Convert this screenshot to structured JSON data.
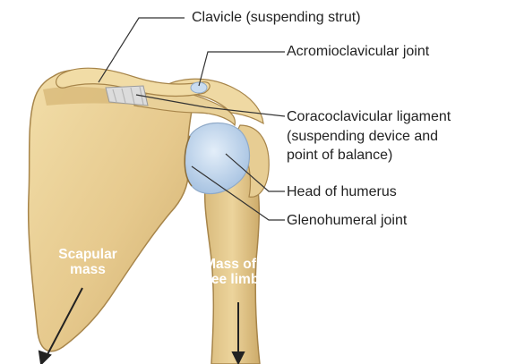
{
  "labels": {
    "clavicle": "Clavicle (suspending strut)",
    "acromioclavicular": "Acromioclavicular joint",
    "coracoclavicular_line1": "Coracoclavicular ligament",
    "coracoclavicular_line2": "(suspending device and",
    "coracoclavicular_line3": "point of balance)",
    "head_of_humerus": "Head of humerus",
    "glenohumeral": "Glenohumeral joint",
    "scapular_mass_line1": "Scapular",
    "scapular_mass_line2": "mass",
    "free_limb_line1": "Mass of",
    "free_limb_line2": "free limb"
  },
  "colors": {
    "bone": "#e8cf97",
    "bone_shadow": "#c9a766",
    "bone_outline": "#a7854a",
    "cartilage": "#c9dcf0",
    "ligament": "#d9d9d9",
    "leader_line": "#333333",
    "arrow": "#222222"
  }
}
